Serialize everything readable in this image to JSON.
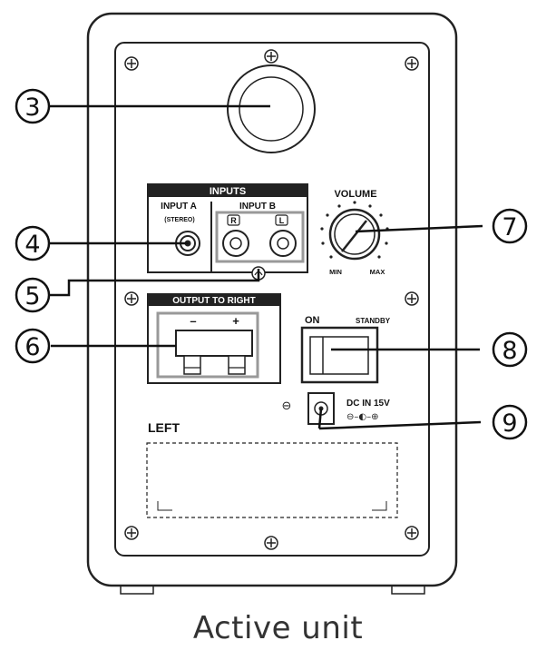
{
  "panel": {
    "inputs_header": "INPUTS",
    "input_a": "INPUT A",
    "input_a_sub": "(STEREO)",
    "input_b": "INPUT B",
    "jack_r": "R",
    "jack_l": "L",
    "volume": "VOLUME",
    "vol_min": "MIN",
    "vol_max": "MAX",
    "output_header": "OUTPUT TO RIGHT",
    "minus": "–",
    "plus": "+",
    "on": "ON",
    "standby": "STANDBY",
    "ground": "⊖",
    "dc_in": "DC IN 15V",
    "polarity": "⊖–◐–⊕",
    "left": "LEFT"
  },
  "callouts": [
    "3",
    "4",
    "5",
    "6",
    "7",
    "8",
    "9"
  ],
  "caption": "Active unit"
}
